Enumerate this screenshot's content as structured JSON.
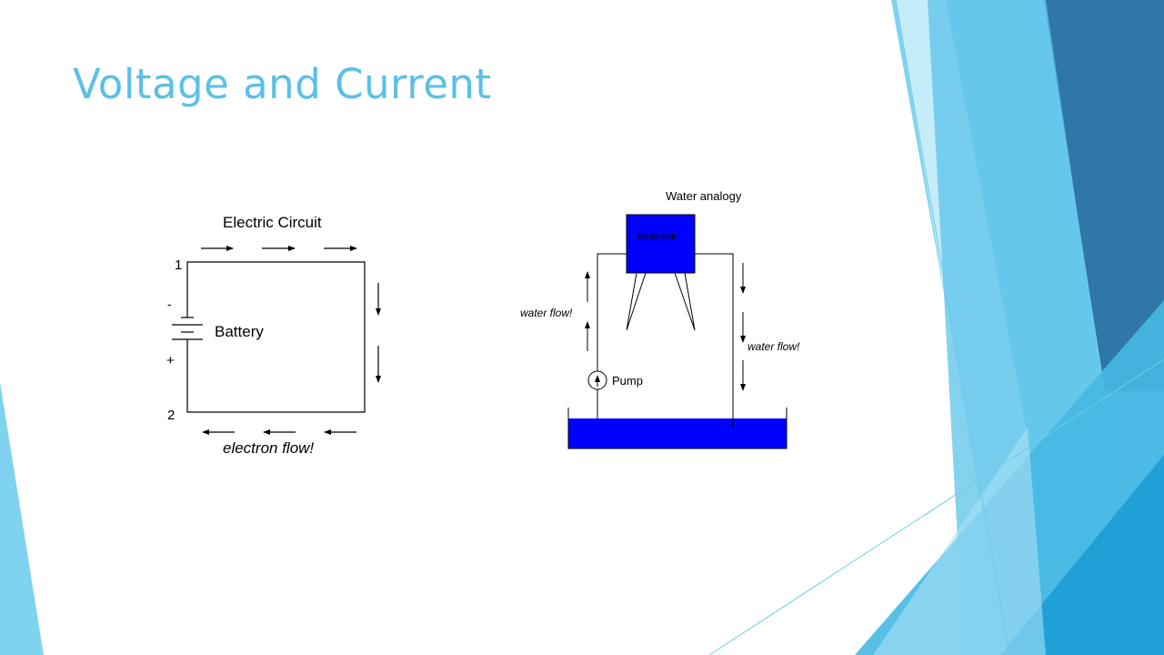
{
  "slide": {
    "title": "Voltage and Current"
  },
  "electric_circuit": {
    "title": "Electric Circuit",
    "node_top": "1",
    "node_bottom": "2",
    "terminal_negative": "-",
    "terminal_positive": "+",
    "source_label": "Battery",
    "flow_label": "electron flow!"
  },
  "water_analogy": {
    "title": "Water analogy",
    "reservoir_label": "Reservoir",
    "flow_label_left": "water flow!",
    "flow_label_right": "water flow!",
    "pump_label": "Pump"
  },
  "colors": {
    "title": "#5bc0e6",
    "water": "#0000ff",
    "accent_light": "#7fd3f0",
    "accent_mid": "#3cb4e3",
    "accent_dark": "#2a6f9e"
  }
}
